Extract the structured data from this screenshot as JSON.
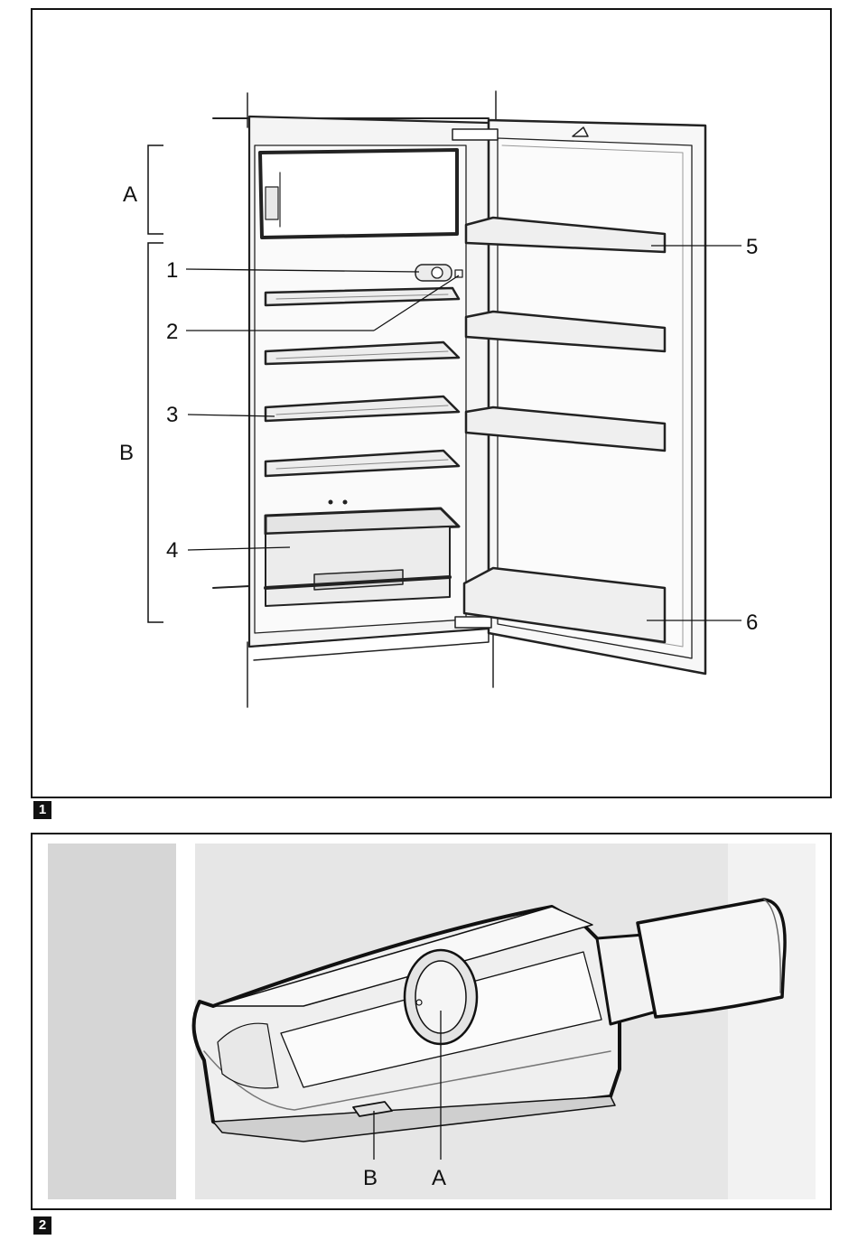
{
  "figure1": {
    "number": "1",
    "labels": {
      "zone_a": "A",
      "zone_b": "B",
      "part1": "1",
      "part2": "2",
      "part3": "3",
      "part4": "4",
      "part5": "5",
      "part6": "6"
    }
  },
  "figure2": {
    "number": "2",
    "labels": {
      "a": "A",
      "b": "B"
    }
  }
}
